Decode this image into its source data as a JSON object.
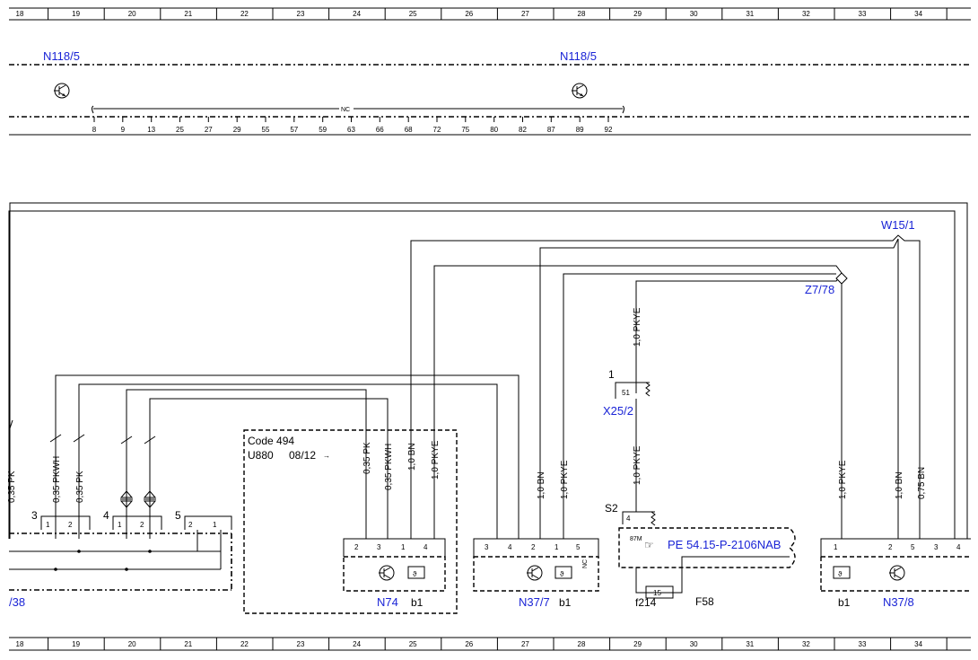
{
  "grid": {
    "columns": [
      "18",
      "19",
      "20",
      "21",
      "22",
      "23",
      "24",
      "25",
      "26",
      "27",
      "28",
      "29",
      "30",
      "31",
      "32",
      "33",
      "34"
    ]
  },
  "top_section": {
    "component_left": "N118/5",
    "component_right": "N118/5",
    "nc_label": "NC",
    "pin_labels": [
      "8",
      "9",
      "13",
      "25",
      "27",
      "29",
      "55",
      "57",
      "59",
      "63",
      "66",
      "68",
      "72",
      "75",
      "80",
      "82",
      "87",
      "89",
      "92"
    ]
  },
  "components": {
    "n74": "N74",
    "n74_pins": [
      "2",
      "3",
      "1",
      "4"
    ],
    "n74_fuse": "b1",
    "n37_7": "N37/7",
    "n37_7_pins": [
      "3",
      "4",
      "2",
      "1",
      "5"
    ],
    "n37_7_fuse": "b1",
    "n37_8": "N37/8",
    "n37_8_pins": [
      "1",
      "2",
      "5",
      "3",
      "4"
    ],
    "n37_8_fuse": "b1",
    "left_partial": "/38",
    "w15_1": "W15/1",
    "z7_78": "Z7/78",
    "x25_2": "X25/2",
    "x25_2_pin": "1",
    "x25_2_inner": "51",
    "s2": "S2",
    "s2_pin": "4",
    "relay_87m": "87M",
    "f214": "f214",
    "f58": "F58",
    "fuse_value": "15",
    "theta": "ϑ",
    "nc_side": "NC"
  },
  "code_box": {
    "line1": "Code 494",
    "line2": "U880",
    "date": "08/12",
    "arrow": "→"
  },
  "reference": {
    "text": "PE 54.15-P-2106NAB",
    "icon": "pointing-hand-icon"
  },
  "connectors": {
    "c3": "3",
    "c4": "4",
    "c5": "5",
    "c3_pins": [
      "1",
      "2"
    ],
    "c4_pins": [
      "1",
      "2"
    ],
    "c5_pins": [
      "2",
      "1"
    ]
  },
  "wires": {
    "w_035pk_left": "0,35 PK",
    "w_035pkwh": "0,35 PKWH",
    "w_035pk_2": "0,35 PK",
    "w_n74_pk": "0,35 PK",
    "w_n74_pkwh": "0,35 PKWH",
    "w_n74_bn": "1,0 BN",
    "w_n74_pkye": "1,0 PKYE",
    "w_n377_bn": "1,0 BN",
    "w_n377_pkye": "1,0 PKYE",
    "w_x252_top": "1,0 PKYE",
    "w_x252_bottom": "1,0 PKYE",
    "w_n378_pkye": "1,0 PKYE",
    "w_n378_bn": "1,0 BN",
    "w_n378_075bn": "0,75 BN"
  }
}
